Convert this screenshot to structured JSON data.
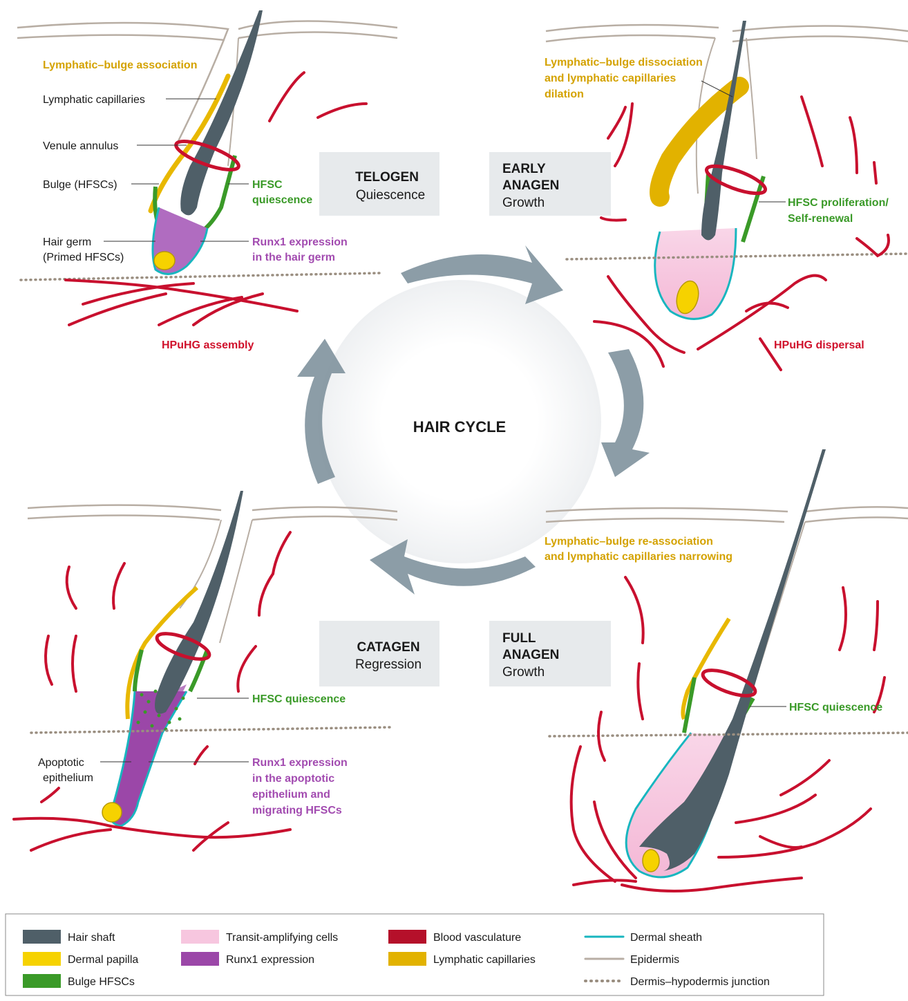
{
  "center_title": "HAIR CYCLE",
  "stages": {
    "telogen": {
      "title": "TELOGEN",
      "subtitle": "Quiescence"
    },
    "early_anagen": {
      "title_line1": "EARLY",
      "title_line2": "ANAGEN",
      "subtitle": "Growth"
    },
    "catagen": {
      "title": "CATAGEN",
      "subtitle": "Regression"
    },
    "full_anagen": {
      "title_line1": "FULL",
      "title_line2": "ANAGEN",
      "subtitle": "Growth"
    }
  },
  "telogen_labels": {
    "lymph_assoc": "Lymphatic–bulge association",
    "lymph_cap": "Lymphatic capillaries",
    "venule": "Venule annulus",
    "bulge": "Bulge (HFSCs)",
    "hfsc_q1": "HFSC",
    "hfsc_q2": "quiescence",
    "germ1": "Hair germ",
    "germ2": "(Primed HFSCs)",
    "runx1_1": "Runx1 expression",
    "runx1_2": "in the hair germ",
    "hpuhg": "HPuHG assembly"
  },
  "early_labels": {
    "lymph1": "Lymphatic–bulge dissociation",
    "lymph2": "and lymphatic capillaries",
    "lymph3": "dilation",
    "prolif1": "HFSC proliferation/",
    "prolif2": "Self-renewal",
    "hpuhg": "HPuHG dispersal"
  },
  "catagen_labels": {
    "hfsc_q": "HFSC quiescence",
    "apop1": "Apoptotic",
    "apop2": "epithelium",
    "runx1_1": "Runx1 expression",
    "runx1_2": "in the apoptotic",
    "runx1_3": "epithelium and",
    "runx1_4": "migrating HFSCs"
  },
  "full_labels": {
    "lymph1": "Lymphatic–bulge re-association",
    "lymph2": "and lymphatic capillaries narrowing",
    "hfsc_q": "HFSC quiescence"
  },
  "legend": [
    {
      "label": "Hair shaft",
      "color": "#4f5f68",
      "kind": "box"
    },
    {
      "label": "Dermal papilla",
      "color": "#f6d200",
      "kind": "box"
    },
    {
      "label": "Bulge HFSCs",
      "color": "#3a9a28",
      "kind": "box"
    },
    {
      "label": "Transit-amplifying cells",
      "color": "#f7c6df",
      "kind": "box"
    },
    {
      "label": "Runx1 expression",
      "color": "#9b47a8",
      "kind": "box"
    },
    {
      "label": "Blood vasculature",
      "color": "#b5102a",
      "kind": "box"
    },
    {
      "label": "Lymphatic capillaries",
      "color": "#e2b200",
      "kind": "box"
    },
    {
      "label": "Dermal sheath",
      "color": "#18b6bf",
      "kind": "line"
    },
    {
      "label": "Epidermis",
      "color": "#b8aea4",
      "kind": "line"
    },
    {
      "label": "Dermis–hypodermis junction",
      "color": "#9a8e80",
      "kind": "dots"
    }
  ]
}
